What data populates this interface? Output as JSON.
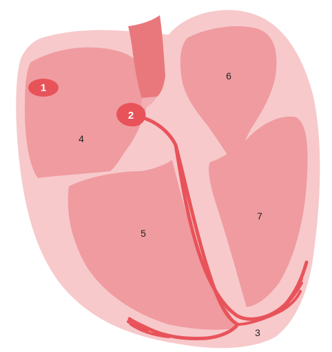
{
  "diagram": {
    "colors": {
      "background": "#ffffff",
      "outer_wall": "#f7c9cb",
      "chamber": "#ef9ba0",
      "vessel": "#e9787d",
      "vessel_light": "#f2aeb2",
      "conduction": "#e8535a",
      "node": "#e8535a",
      "text": "#222222",
      "node_text": "#ffffff"
    },
    "markers": [
      {
        "label": "1",
        "shape": "oval-node"
      },
      {
        "label": "2",
        "shape": "node-with-bundle"
      }
    ],
    "labels": [
      "3",
      "4",
      "5",
      "6",
      "7"
    ]
  }
}
